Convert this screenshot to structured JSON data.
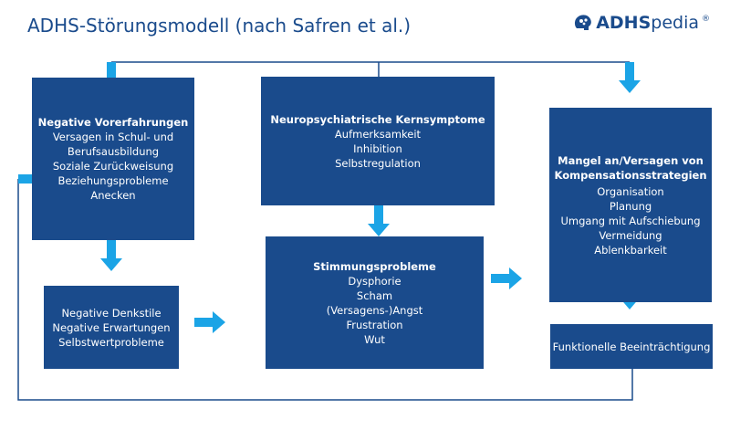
{
  "header": {
    "title": "ADHS-Störungsmodell (nach Safren et al.)",
    "logo": {
      "bold": "ADHS",
      "light": "pedia",
      "reg": "®",
      "icon": "brain-head-logo-icon"
    }
  },
  "boxes": {
    "neg_vorerfahrungen": {
      "title": "Negative Vorerfahrungen",
      "lines": [
        "Versagen in Schul- und",
        "Berufsausbildung",
        "Soziale Zurückweisung",
        "Beziehungsprobleme",
        "Anecken"
      ]
    },
    "denkstile": {
      "lines": [
        "Negative Denkstile",
        "Negative Erwartungen",
        "Selbstwertprobleme"
      ]
    },
    "kernsymptome": {
      "title": "Neuropsychiatrische Kernsymptome",
      "lines": [
        "Aufmerksamkeit",
        "Inhibition",
        "Selbstregulation"
      ]
    },
    "stimmung": {
      "title": "Stimmungsprobleme",
      "lines": [
        "Dysphorie",
        "Scham",
        "(Versagens-)Angst",
        "Frustration",
        "Wut"
      ]
    },
    "kompensation": {
      "title": "Mangel an/Versagen von Kompensationsstrategien",
      "lines": [
        "Organisation",
        "Planung",
        "Umgang mit Aufschiebung",
        "Vermeidung",
        "Ablenkbarkeit"
      ]
    },
    "beeintraechtigung": {
      "lines": [
        "Funktionelle Beeinträchtigung"
      ]
    }
  },
  "colors": {
    "box": "#1a4b8c",
    "arrow": "#1ba4e6",
    "line": "#1a4b8c"
  }
}
